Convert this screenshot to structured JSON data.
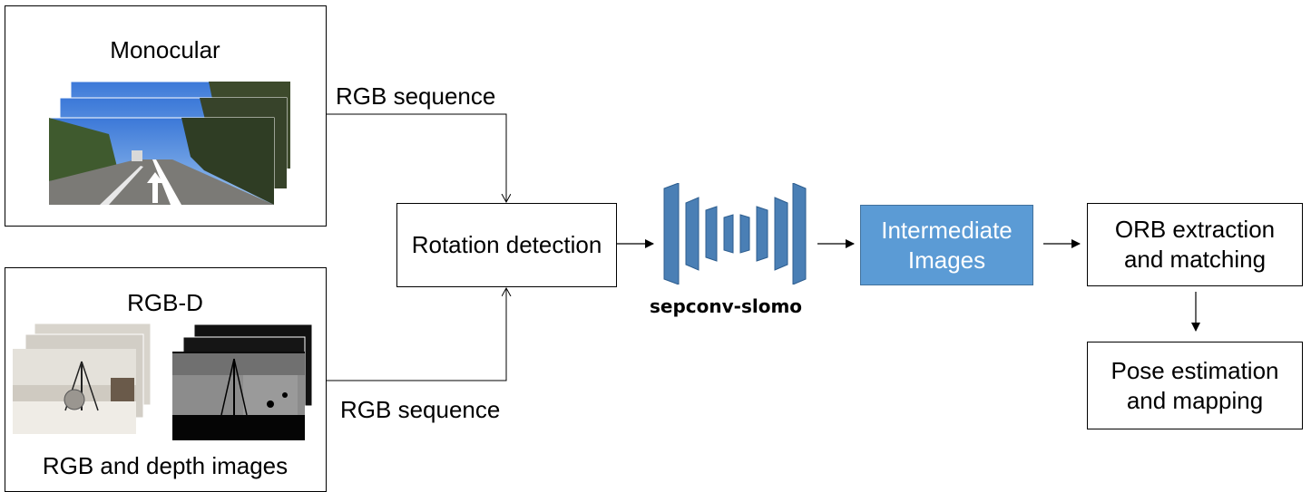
{
  "monocular": {
    "title": "Monocular"
  },
  "rgbd": {
    "title": "RGB-D",
    "caption": "RGB and depth images"
  },
  "edges": {
    "top_label": "RGB sequence",
    "bottom_label": "RGB sequence"
  },
  "rotation": {
    "label": "Rotation detection"
  },
  "network": {
    "name": "sepconv-slomo",
    "icon": "encoder-decoder-network-icon"
  },
  "intermediate": {
    "line1": "Intermediate",
    "line2": "Images"
  },
  "orb": {
    "line1": "ORB extraction",
    "line2": "and matching"
  },
  "pose": {
    "line1": "Pose estimation",
    "line2": "and mapping"
  },
  "colors": {
    "network_blue": "#4a7fb5",
    "intermediate_fill": "#5b9bd5",
    "intermediate_text": "#ffffff",
    "line": "#000000"
  }
}
